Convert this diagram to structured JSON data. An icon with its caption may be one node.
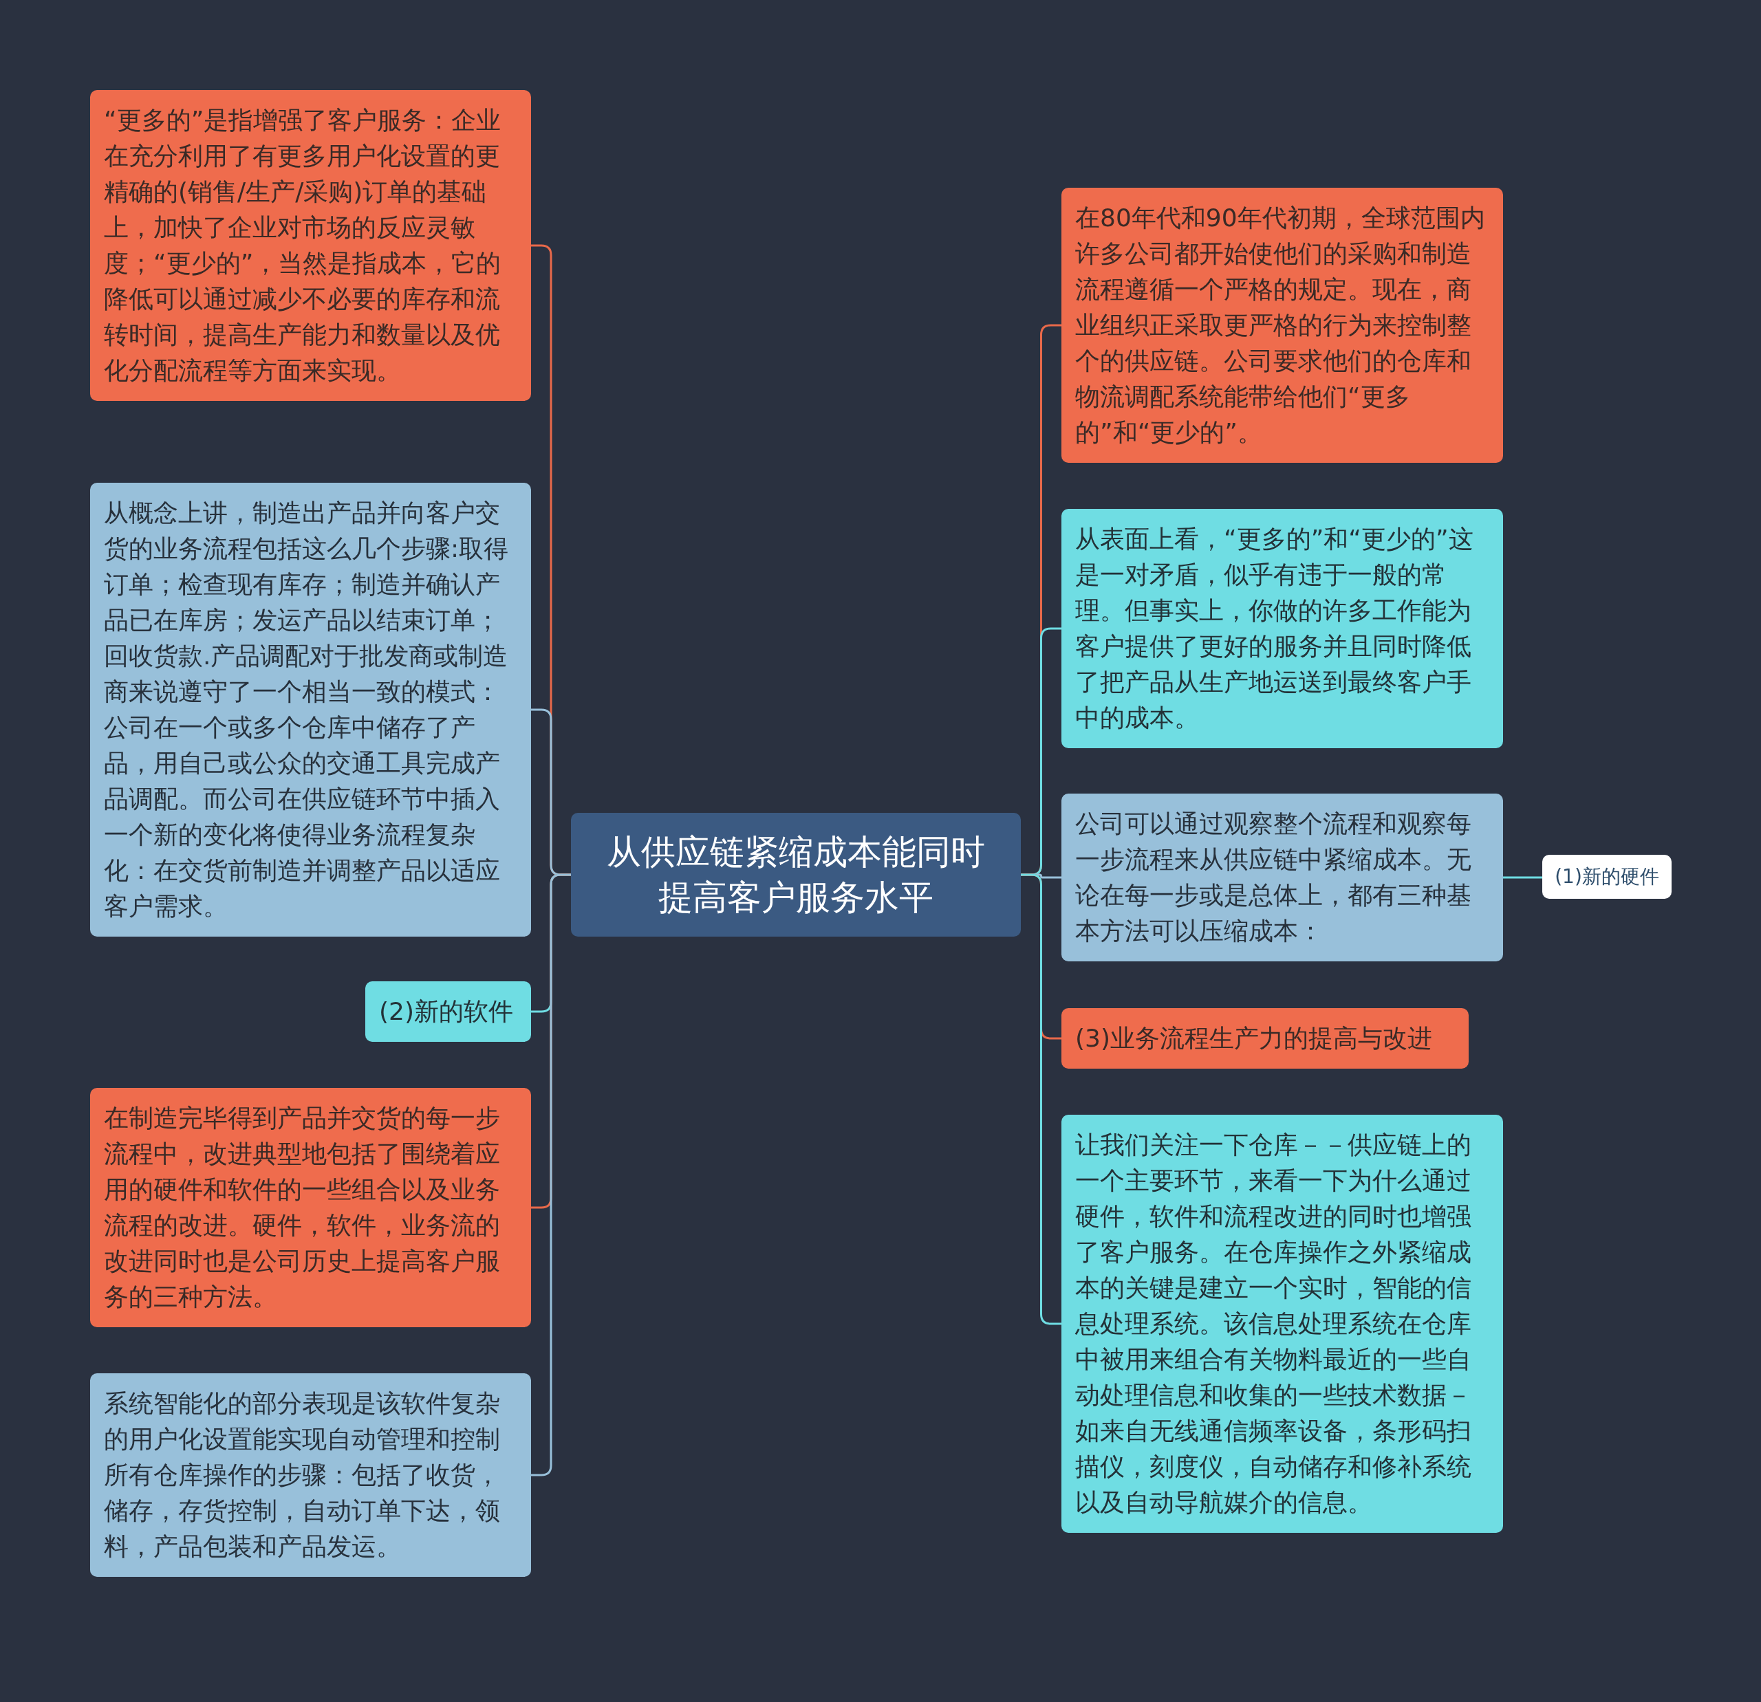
{
  "diagram": {
    "nodes": [
      {
        "text": [
          "从供应链紧缩成本能同时提高客户服务水平"
        ]
      },
      {
        "text": [
          "“更多的”是指增强了客户服务：企业在充分利用了有更多用户化设置的更精确的(销售/生产/采购)订单的基础上，加快了企业对市场的反应灵敏度；“更少的”，当然是指成本，它的降低可以通过减少不必要的库存和流转时间，提高生产能力和数量以及优化分配流程等方面来实现。"
        ]
      },
      {
        "text": [
          "从概念上讲，制造出产品并向客户交货的业务流程包括这么几个步骤:取得订单；检查现有库存；制造并确认产品已在库房；发运产品以结束订单；回收货款.产品调配对于批发商或制造商来说遵守了一个相当一致的模式：公司在一个或多个仓库中储存了产品，用自己或公众的交通工具完成产品调配。而公司在供应链环节中插入一个新的变化将使得业务流程复杂化：在交货前制造并调整产品以适应客户需求。"
        ]
      },
      {
        "text": [
          "(2)新的软件"
        ]
      },
      {
        "text": [
          "在制造完毕得到产品并交货的每一步流程中，改进典型地包括了围绕着应用的硬件和软件的一些组合以及业务流程的改进。硬件，软件，业务流的改进同时也是公司历史上提高客户服务的三种方法。"
        ]
      },
      {
        "text": [
          "系统智能化的部分表现是该软件复杂的用户化设置能实现自动管理和控制所有仓库操作的步骤：包括了收货，储存，存货控制，自动订单下达，领料，产品包装和产品发运。"
        ]
      },
      {
        "text": [
          "在80年代和90年代初期，全球范围内许多公司都开始使他们的采购和制造流程遵循一个严格的规定。现在，商业组织正采取更严格的行为来控制整个的供应链。公司要求他们的仓库和物流调配系统能带给他们“更多的”和“更少的”。"
        ]
      },
      {
        "text": [
          "从表面上看，“更多的”和“更少的”这是一对矛盾，似乎有违于一般的常理。但事实上，你做的许多工作能为客户提供了更好的服务并且同时降低了把产品从生产地运送到最终客户手中的成本。"
        ]
      },
      {
        "text": [
          "公司可以通过观察整个流程和观察每一步流程来从供应链中紧缩成本。无论在每一步或是总体上，都有三种基本方法可以压缩成本："
        ]
      },
      {
        "text": [
          "(3)业务流程生产力的提高与改进"
        ]
      },
      {
        "text": [
          "让我们关注一下仓库－－供应链上的一个主要环节，来看一下为什么通过硬件，软件和流程改进的同时也增强了客户服务。在仓库操作之外紧缩成本的关键是建立一个实时，智能的信息处理系统。该信息处理系统在仓库中被用来组合有关物料最近的一些自动处理信息和收集的一些技术数据－如来自无线通信频率设备，条形码扫描仪，刻度仪，自动储存和修补系统以及自动导航媒介的信息。"
        ]
      },
      {
        "text": [
          "(1)新的硬件"
        ]
      }
    ],
    "edges": [
      {
        "from": 0,
        "to": 1,
        "arrow": "none",
        "color": "#e8694a"
      },
      {
        "from": 0,
        "to": 2,
        "arrow": "none",
        "color": "#98c0da"
      },
      {
        "from": 0,
        "to": 3,
        "arrow": "none",
        "color": "#6fdde3"
      },
      {
        "from": 0,
        "to": 4,
        "arrow": "none",
        "color": "#e8694a"
      },
      {
        "from": 0,
        "to": 5,
        "arrow": "none",
        "color": "#98c0da"
      },
      {
        "from": 0,
        "to": 6,
        "arrow": "none",
        "color": "#e8694a"
      },
      {
        "from": 0,
        "to": 7,
        "arrow": "none",
        "color": "#6fdde3"
      },
      {
        "from": 0,
        "to": 8,
        "arrow": "none",
        "color": "#98c0da"
      },
      {
        "from": 0,
        "to": 9,
        "arrow": "none",
        "color": "#e8694a"
      },
      {
        "from": 0,
        "to": 10,
        "arrow": "none",
        "color": "#6fdde3"
      },
      {
        "from": 8,
        "to": 11,
        "arrow": "none",
        "color": "#6fdde3"
      }
    ]
  }
}
